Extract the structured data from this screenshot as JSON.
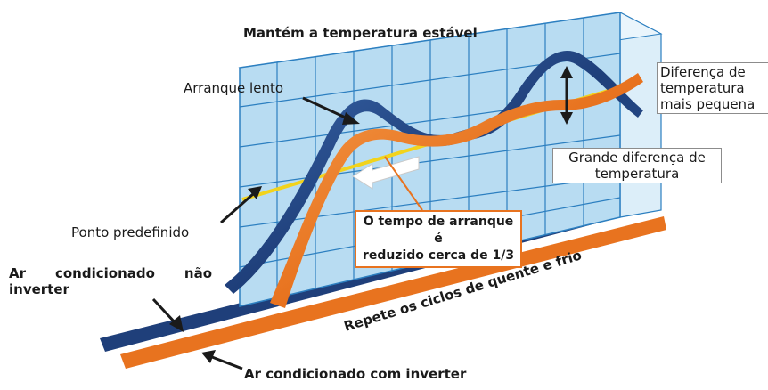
{
  "labels": {
    "title": "Mantém a temperatura estável",
    "slow_start": "Arranque lento",
    "setpoint": "Ponto predefinido",
    "non_inverter_line1_w1": "Ar",
    "non_inverter_line1_w2": "condicionado",
    "non_inverter_line1_w3": "não",
    "non_inverter_line2": "inverter",
    "with_inverter": "Ar condicionado com inverter",
    "cycles": "Repete os ciclos de quente e frio",
    "small_diff_1": "Diferença de",
    "small_diff_2": "temperatura",
    "small_diff_3": "mais pequena",
    "big_diff_1": "Grande diferença de",
    "big_diff_2": "temperatura",
    "startup_1": "O tempo de arranque é",
    "startup_2": "reduzido cerca de 1/3"
  },
  "colors": {
    "panel_fill": "#b8dcf2",
    "panel_side": "#dceef9",
    "grid_line": "#2c7fc0",
    "non_inverter": "#1f3f7a",
    "inverter": "#e8731f",
    "setpoint_line": "#f2d31c",
    "arrow": "#1a1a1a"
  }
}
